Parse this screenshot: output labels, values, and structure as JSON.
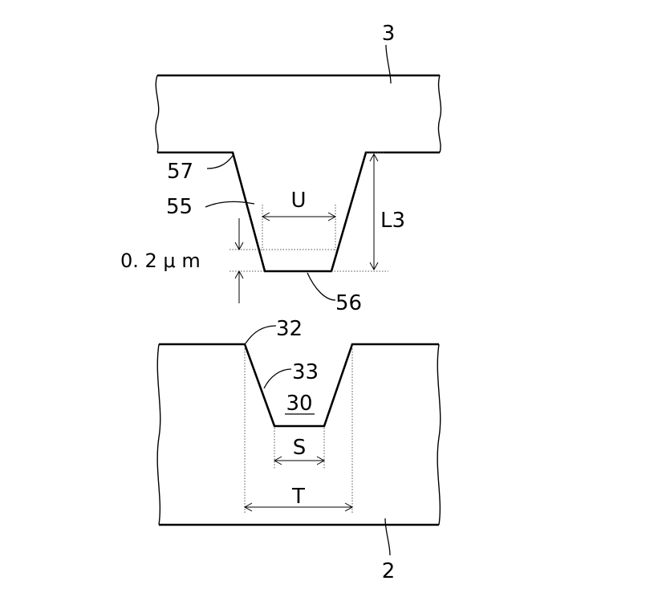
{
  "labels": {
    "member_top": "3",
    "member_bottom": "2",
    "top_corner": "57",
    "top_side_wall": "55",
    "top_bottom_face": "56",
    "width_U": "U",
    "depth_L3": "L3",
    "offset": "0. 2 μ m",
    "groove_edge": "32",
    "groove_side_wall": "33",
    "groove": "30",
    "width_S": "S",
    "width_T": "T"
  }
}
